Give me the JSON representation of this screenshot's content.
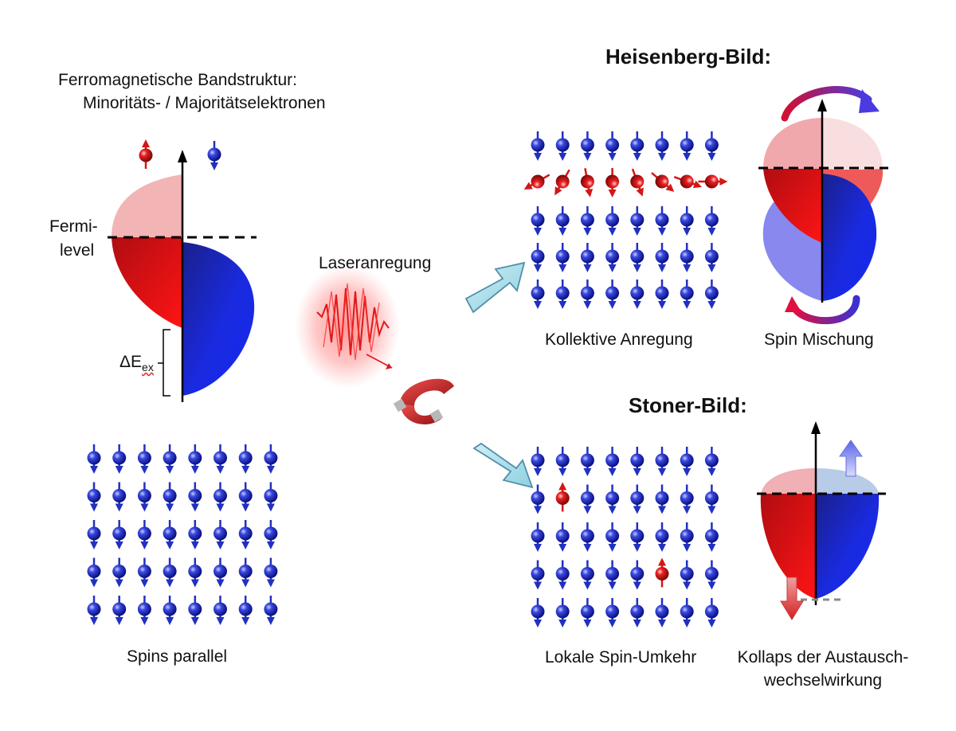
{
  "band_structure": {
    "title_line1": "Ferromagnetische Bandstruktur:",
    "title_line2": "Minoritäts- / Majoritätselektronen",
    "fermi_line1": "Fermi-",
    "fermi_line2": "level",
    "exchange_symbol": "ΔE",
    "exchange_subscript": "ex",
    "minority_color": "#e0101a",
    "majority_color": "#1a20c8"
  },
  "laser": {
    "label": "Laseranregung"
  },
  "ground_state": {
    "caption": "Spins parallel",
    "rows": 5,
    "cols": 8
  },
  "heisenberg": {
    "title": "Heisenberg-Bild:",
    "lattice_caption": "Kollektive Anregung",
    "mixing_caption": "Spin Mischung"
  },
  "stoner": {
    "title": "Stoner-Bild:",
    "lattice_caption": "Lokale Spin-Umkehr",
    "collapse_caption_line1": "Kollaps der Austausch-",
    "collapse_caption_line2": "wechselwirkung",
    "flipped_spins": [
      [
        1,
        1
      ],
      [
        3,
        5
      ]
    ]
  },
  "colors": {
    "spin_blue": "#2030c0",
    "spin_red": "#d01818",
    "arrow_cyan": "#a8dde8"
  }
}
